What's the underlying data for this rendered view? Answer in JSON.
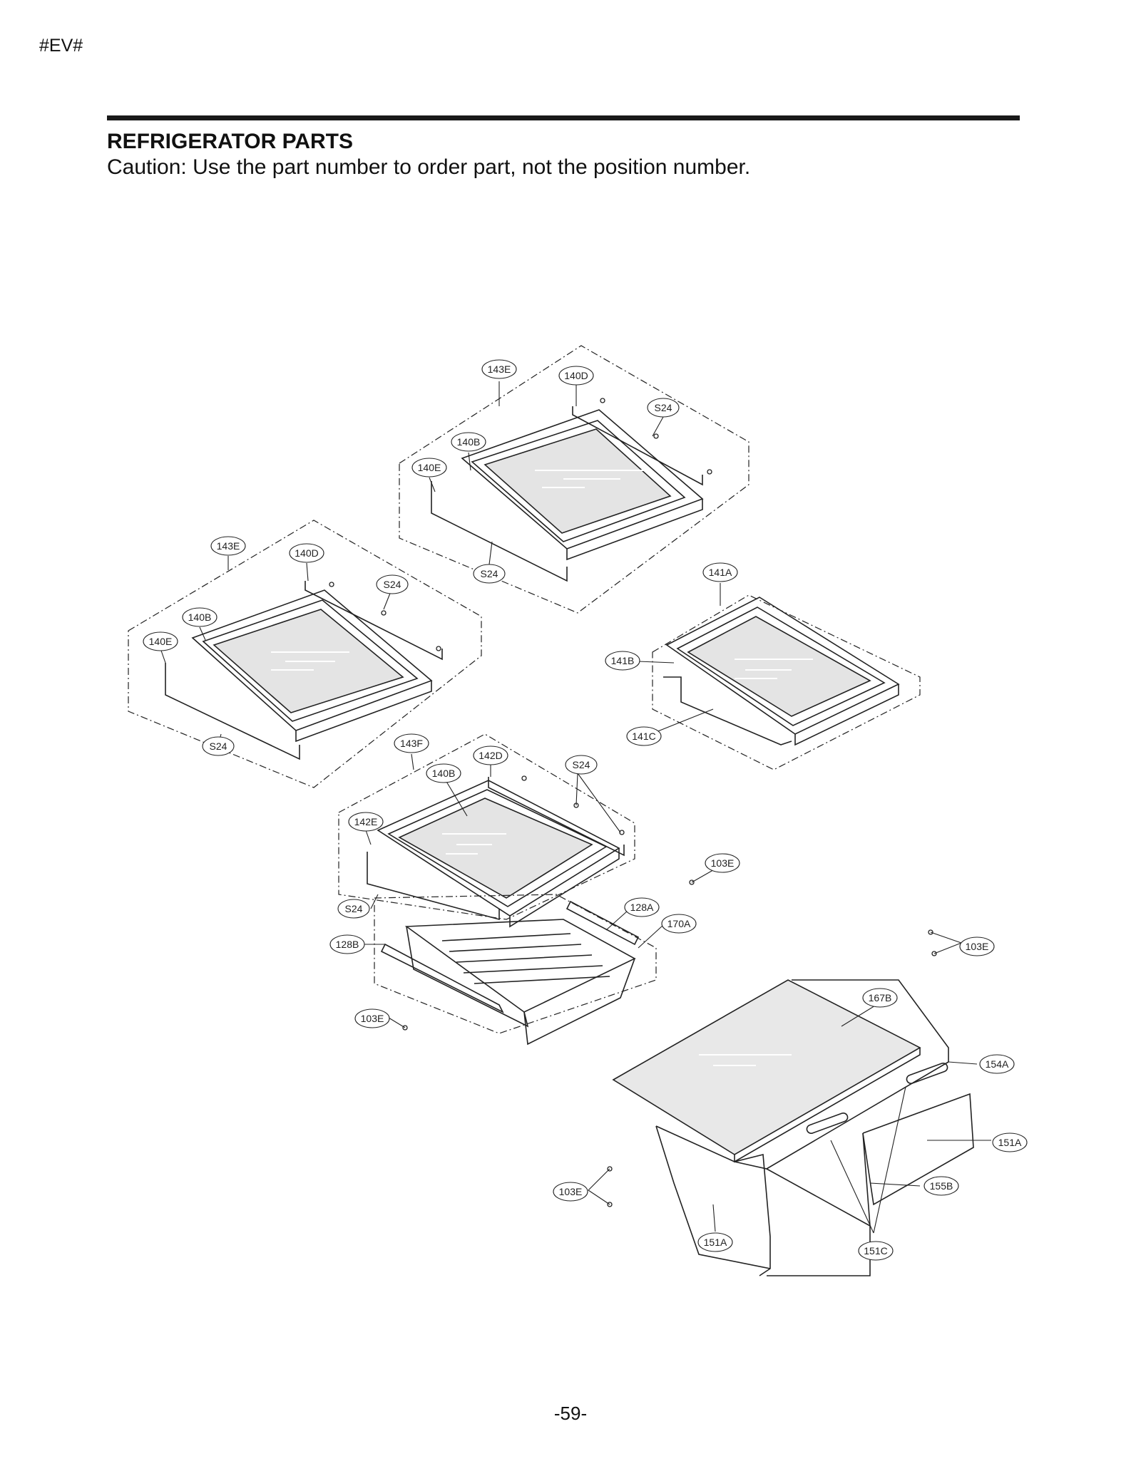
{
  "header": {
    "code": "#EV#",
    "title": "REFRIGERATOR PARTS",
    "caution": "Caution: Use the part number to order part, not the position number."
  },
  "diagram": {
    "callouts": [
      {
        "id": "c1",
        "text": "143E"
      },
      {
        "id": "c2",
        "text": "140D"
      },
      {
        "id": "c3",
        "text": "S24"
      },
      {
        "id": "c4",
        "text": "140B"
      },
      {
        "id": "c5",
        "text": "140E"
      },
      {
        "id": "c6",
        "text": "S24"
      },
      {
        "id": "c7",
        "text": "143E"
      },
      {
        "id": "c8",
        "text": "140D"
      },
      {
        "id": "c9",
        "text": "S24"
      },
      {
        "id": "c10",
        "text": "140B"
      },
      {
        "id": "c11",
        "text": "140E"
      },
      {
        "id": "c12",
        "text": "S24"
      },
      {
        "id": "c13",
        "text": "141A"
      },
      {
        "id": "c14",
        "text": "141B"
      },
      {
        "id": "c15",
        "text": "141C"
      },
      {
        "id": "c16",
        "text": "143F"
      },
      {
        "id": "c17",
        "text": "142D"
      },
      {
        "id": "c18",
        "text": "S24"
      },
      {
        "id": "c19",
        "text": "140B"
      },
      {
        "id": "c20",
        "text": "142E"
      },
      {
        "id": "c21",
        "text": "S24"
      },
      {
        "id": "c22",
        "text": "128B"
      },
      {
        "id": "c23",
        "text": "128A"
      },
      {
        "id": "c24",
        "text": "170A"
      },
      {
        "id": "c25",
        "text": "103E"
      },
      {
        "id": "c26",
        "text": "103E"
      },
      {
        "id": "c27",
        "text": "103E"
      },
      {
        "id": "c28",
        "text": "167B"
      },
      {
        "id": "c29",
        "text": "154A"
      },
      {
        "id": "c30",
        "text": "151A"
      },
      {
        "id": "c31",
        "text": "155B"
      },
      {
        "id": "c32",
        "text": "103E"
      },
      {
        "id": "c33",
        "text": "151A"
      },
      {
        "id": "c34",
        "text": "151C"
      }
    ]
  },
  "footer": {
    "page_number": "-59-"
  }
}
